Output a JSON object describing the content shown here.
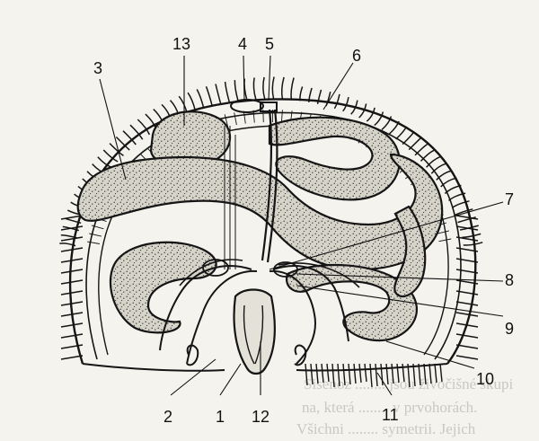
{
  "figure": {
    "labels": [
      {
        "id": "1",
        "text": "1"
      },
      {
        "id": "2",
        "text": "2"
      },
      {
        "id": "3",
        "text": "3"
      },
      {
        "id": "4",
        "text": "4"
      },
      {
        "id": "5",
        "text": "5"
      },
      {
        "id": "6",
        "text": "6"
      },
      {
        "id": "7",
        "text": "7"
      },
      {
        "id": "8",
        "text": "8"
      },
      {
        "id": "9",
        "text": "9"
      },
      {
        "id": "10",
        "text": "10"
      },
      {
        "id": "11",
        "text": "11"
      },
      {
        "id": "12",
        "text": "12"
      },
      {
        "id": "13",
        "text": "13"
      }
    ]
  },
  "bleed_through": {
    "line1": "Sisenoz ........ jsou živočišné skupi",
    "line2": "na, která ........ v prvohorách.",
    "line3": "Všichni ........ symetrii. Jejich"
  },
  "colors": {
    "ink": "#151515",
    "paper": "#f4f3ee",
    "bleed": "#c9c8c2"
  }
}
